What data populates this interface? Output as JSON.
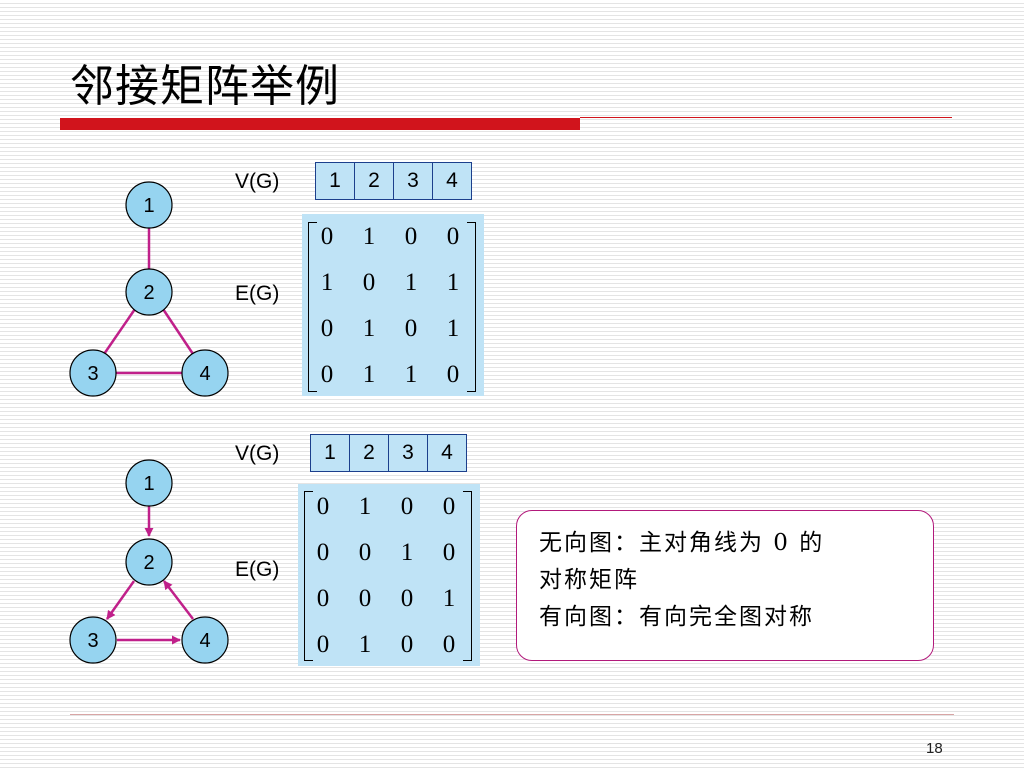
{
  "title": "邻接矩阵举例",
  "page_number": "18",
  "colors": {
    "accent": "#d1141c",
    "edge": "#c0208a",
    "node_fill": "#96d4f0",
    "matrix_bg": "#bfe3f6",
    "note_border": "#b2197b"
  },
  "undirected": {
    "nodes": [
      "1",
      "2",
      "3",
      "4"
    ],
    "v_label": "V(G)",
    "e_label": "E(G)",
    "vertices": [
      "1",
      "2",
      "3",
      "4"
    ],
    "matrix": [
      [
        "0",
        "1",
        "0",
        "0"
      ],
      [
        "1",
        "0",
        "1",
        "1"
      ],
      [
        "0",
        "1",
        "0",
        "1"
      ],
      [
        "0",
        "1",
        "1",
        "0"
      ]
    ]
  },
  "directed": {
    "nodes": [
      "1",
      "2",
      "3",
      "4"
    ],
    "v_label": "V(G)",
    "e_label": "E(G)",
    "vertices": [
      "1",
      "2",
      "3",
      "4"
    ],
    "matrix": [
      [
        "0",
        "1",
        "0",
        "0"
      ],
      [
        "0",
        "0",
        "1",
        "0"
      ],
      [
        "0",
        "0",
        "0",
        "1"
      ],
      [
        "0",
        "1",
        "0",
        "0"
      ]
    ]
  },
  "note": {
    "line1": "无向图：主对角线为 0 的",
    "line2": "对称矩阵",
    "line3": "有向图：有向完全图对称"
  }
}
